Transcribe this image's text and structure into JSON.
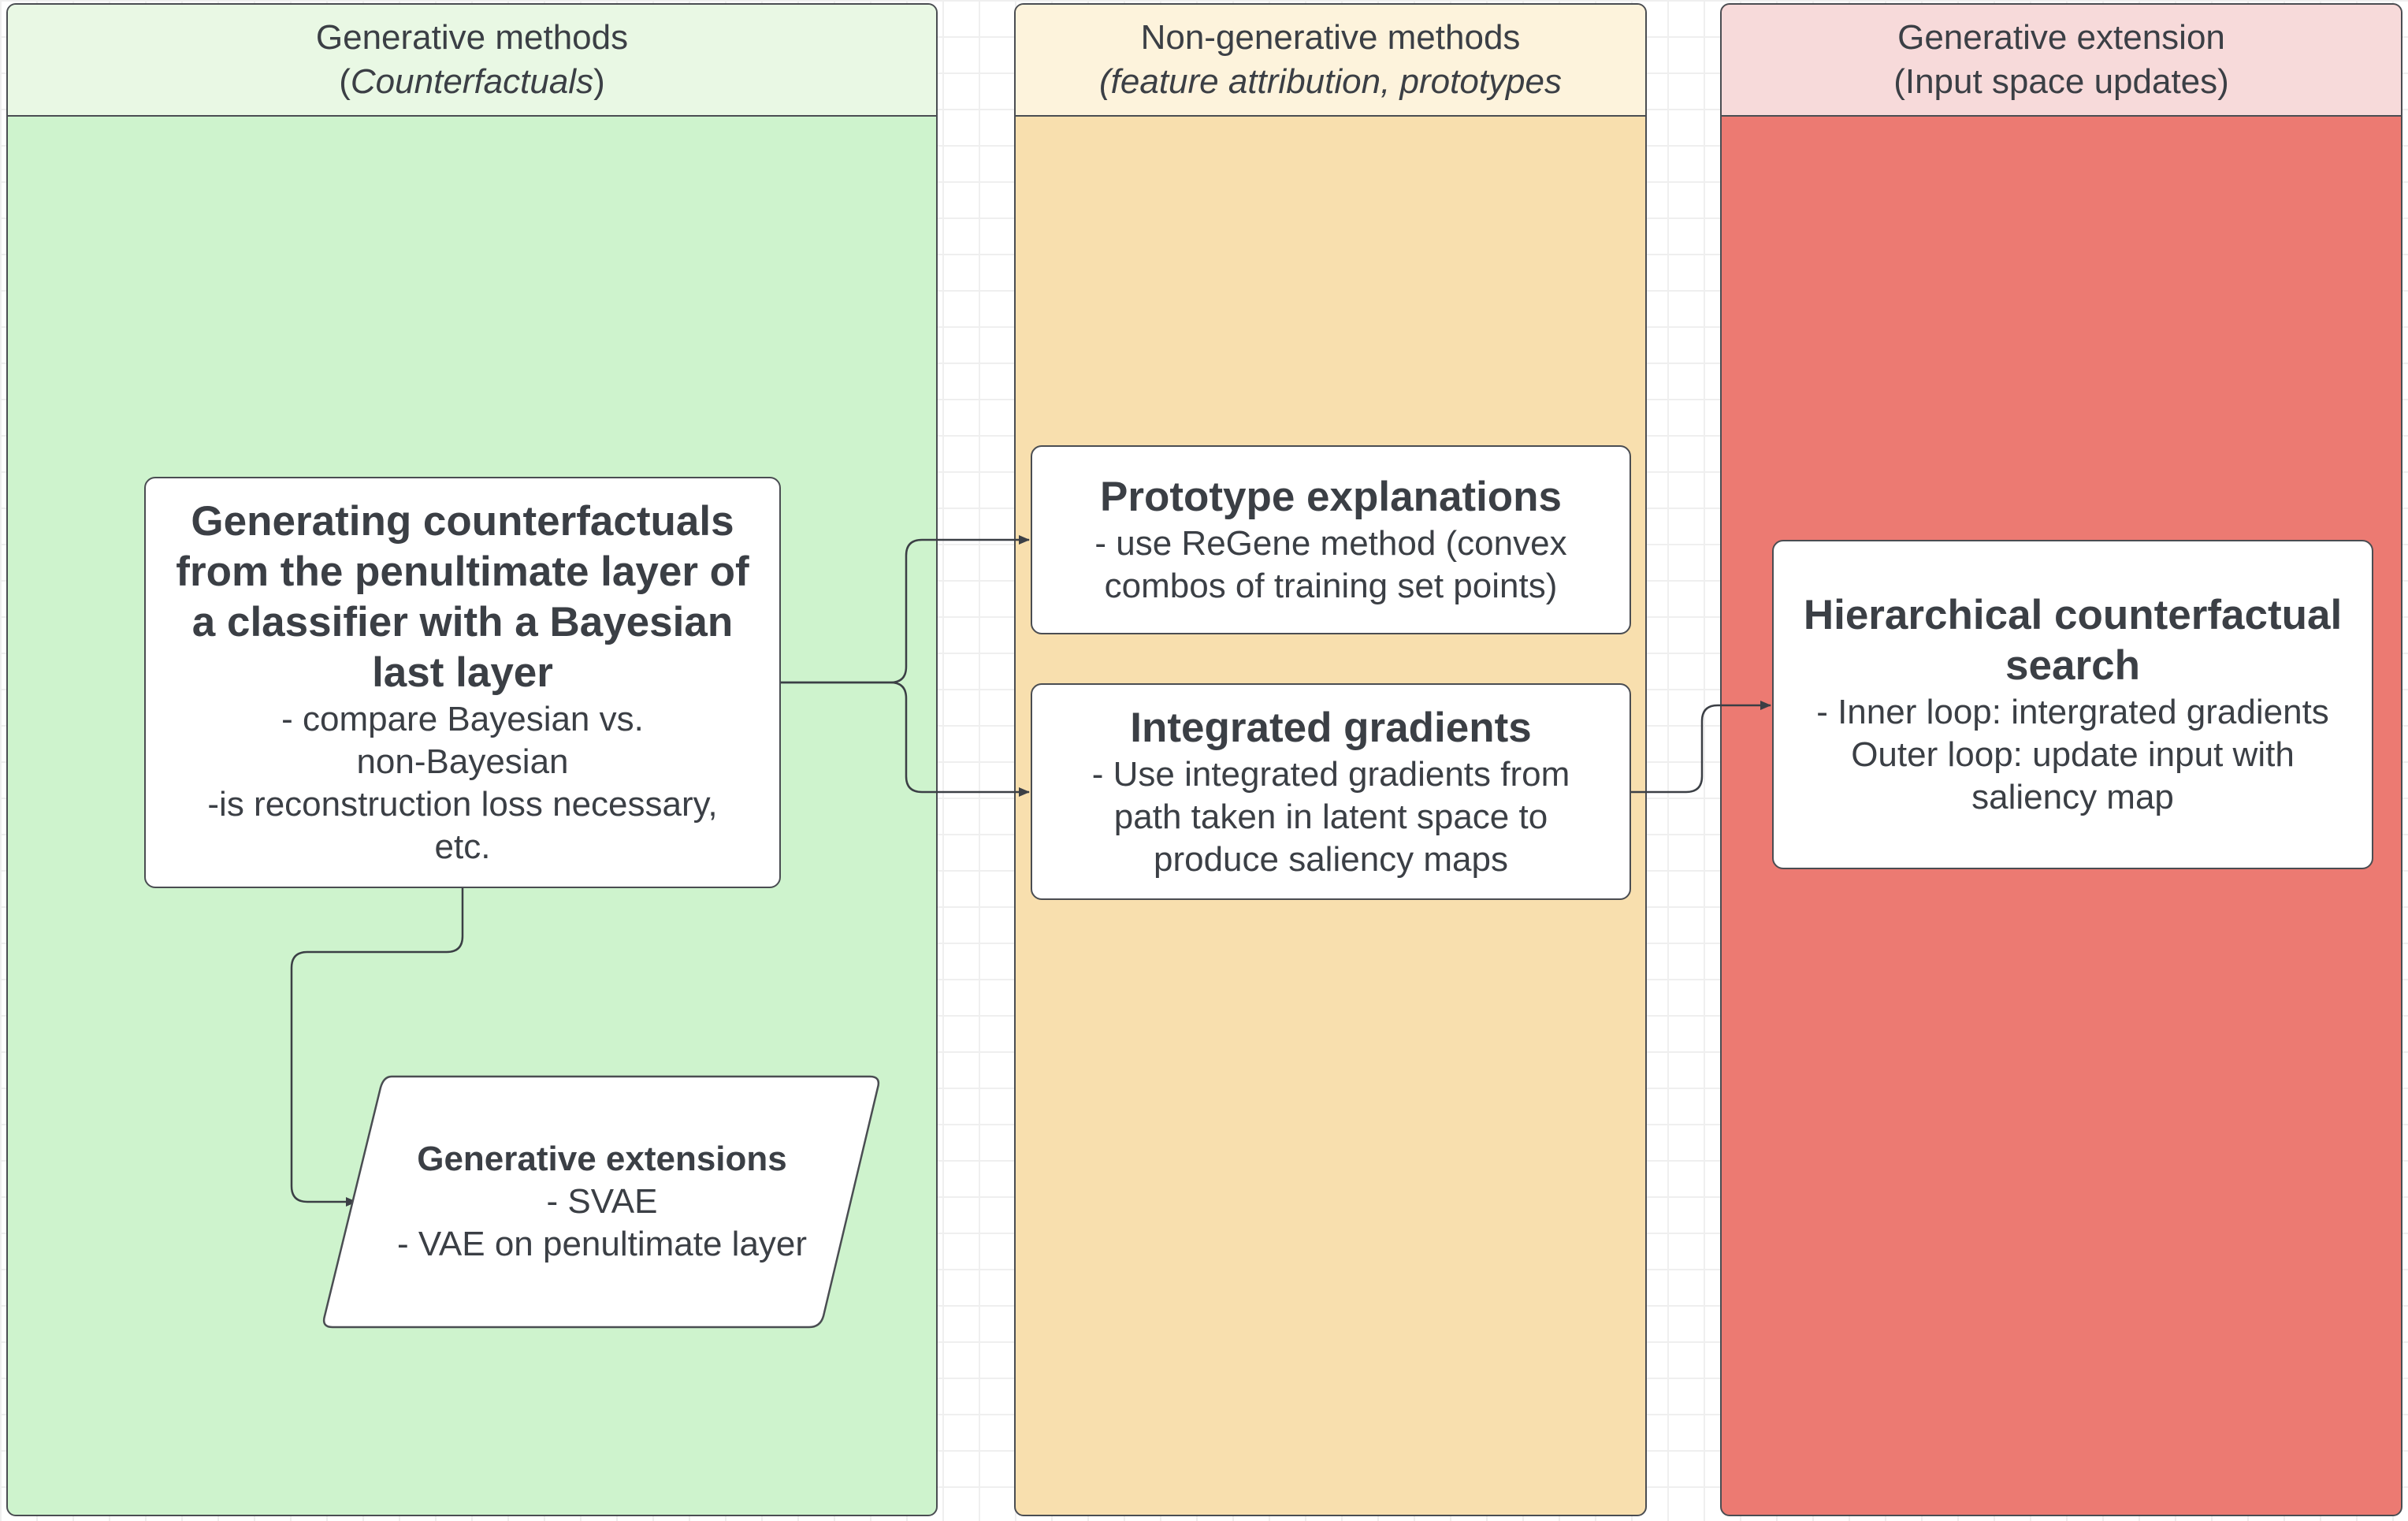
{
  "lanes": {
    "generative": {
      "title": "Generative methods",
      "subtitle_open": "(",
      "subtitle_italic": "Counterfactuals",
      "subtitle_close": ")"
    },
    "nongenerative": {
      "title": "Non-generative methods",
      "subtitle_italic": "(feature attribution, prototypes"
    },
    "extension": {
      "title": "Generative extension",
      "subtitle": "(Input space updates)"
    }
  },
  "nodes": {
    "counterfactuals": {
      "title": "Generating counterfactuals from the penultimate layer of a classifier with a Bayesian last layer",
      "body": "- compare Bayesian vs.\nnon-Bayesian\n-is reconstruction loss necessary,\netc."
    },
    "extensions": {
      "title": "Generative extensions",
      "body": "- SVAE\n- VAE on penultimate layer"
    },
    "prototype": {
      "title": "Prototype explanations",
      "body": "- use ReGene method (convex\ncombos of training set points)"
    },
    "integrated": {
      "title": "Integrated gradients",
      "body": "- Use integrated gradients from\npath taken in latent space to\nproduce saliency maps"
    },
    "hierarchical": {
      "title": "Hierarchical counterfactual search",
      "body": "- Inner loop: intergrated gradients\nOuter loop: update input with\nsaliency map"
    }
  },
  "colors": {
    "generative_lane": "#cef3cd",
    "nongenerative_lane": "#f8dfae",
    "extension_lane": "#ec7a72",
    "stroke": "#4a4d52",
    "node_fill": "#ffffff"
  }
}
